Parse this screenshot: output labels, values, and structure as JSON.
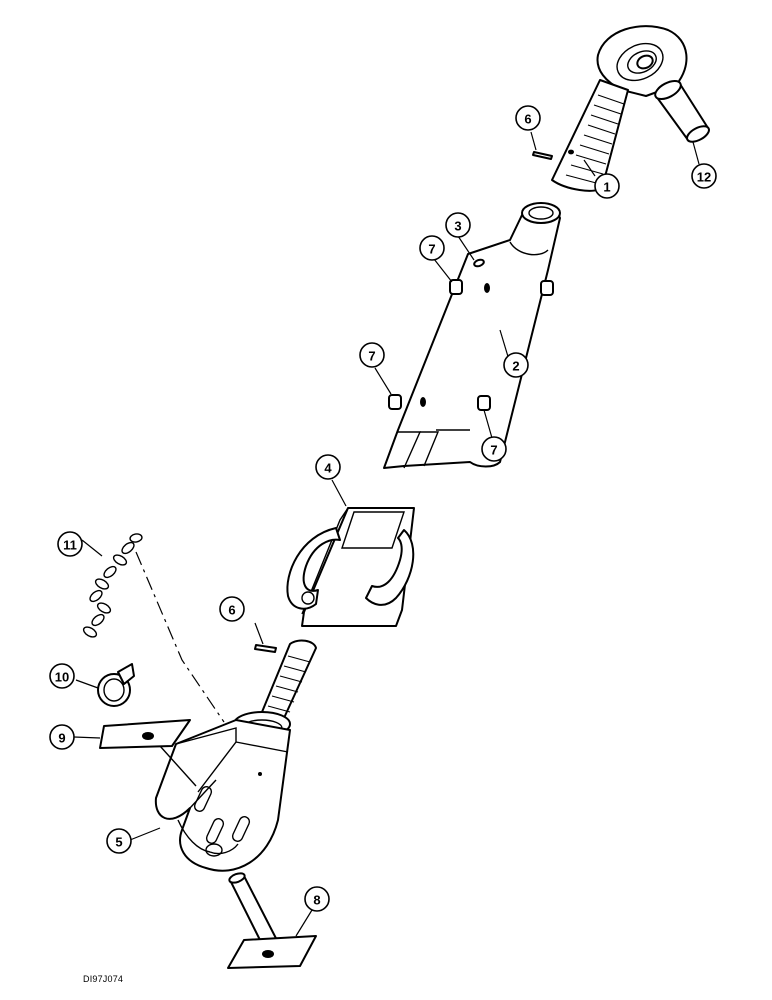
{
  "drawing_code": "DI97J074",
  "callouts": [
    "1",
    "2",
    "3",
    "4",
    "5",
    "6",
    "6",
    "7",
    "7",
    "7",
    "8",
    "9",
    "10",
    "11",
    "12"
  ]
}
